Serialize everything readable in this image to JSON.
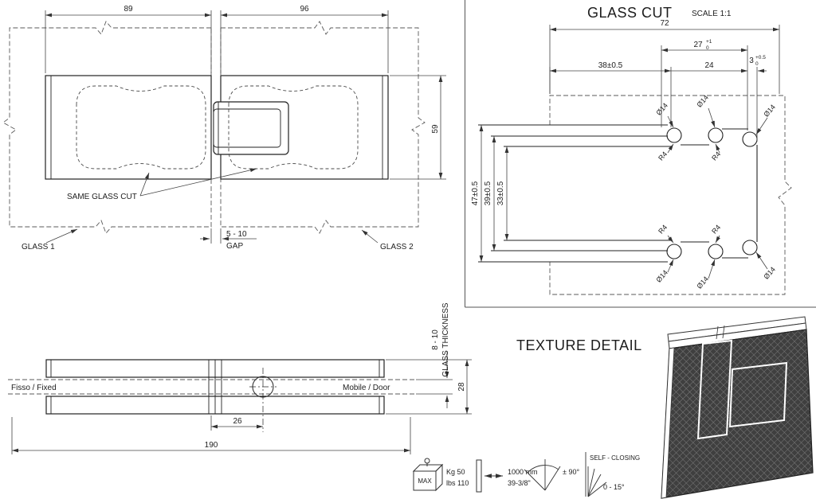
{
  "plan_view": {
    "dim_left_plate": "89",
    "dim_right_plate": "96",
    "dim_height": "59",
    "gap_value": "5 - 10",
    "gap_label": "GAP",
    "same_glass_cut_label": "SAME GLASS CUT",
    "glass1_label": "GLASS 1",
    "glass2_label": "GLASS 2"
  },
  "glass_cut_view": {
    "title": "GLASS CUT",
    "scale_label": "SCALE 1:1",
    "dim_total_width": "72",
    "dim_27": "27",
    "dim_27_tol_upper": "+1",
    "dim_27_tol_lower": "0",
    "dim_38": "38±0.5",
    "dim_24": "24",
    "dim_3": "3",
    "dim_3_tol_upper": "+0.5",
    "dim_3_tol_lower": "0",
    "dim_47": "47±0.5",
    "dim_39": "39±0.5",
    "dim_33": "33±0.5",
    "radius_label": "R4",
    "diameter_label": "Ø14"
  },
  "side_view": {
    "fixed_label": "Fisso / Fixed",
    "mobile_label": "Mobile / Door",
    "dim_pivot_offset": "26",
    "dim_total_length": "190",
    "dim_height": "28",
    "glass_thickness_value": "8 - 10",
    "glass_thickness_label": "GLASS THICKNESS"
  },
  "specs": {
    "max_label": "MAX",
    "weight_kg": "Kg 50",
    "weight_lbs": "lbs 110",
    "door_width_mm": "1000 mm",
    "door_width_in": "39-3/8\"",
    "opening_angle": "± 90°",
    "self_closing_label": "SELF - CLOSING",
    "self_closing_range": "0 - 15°"
  },
  "texture_view": {
    "title": "TEXTURE DETAIL"
  }
}
